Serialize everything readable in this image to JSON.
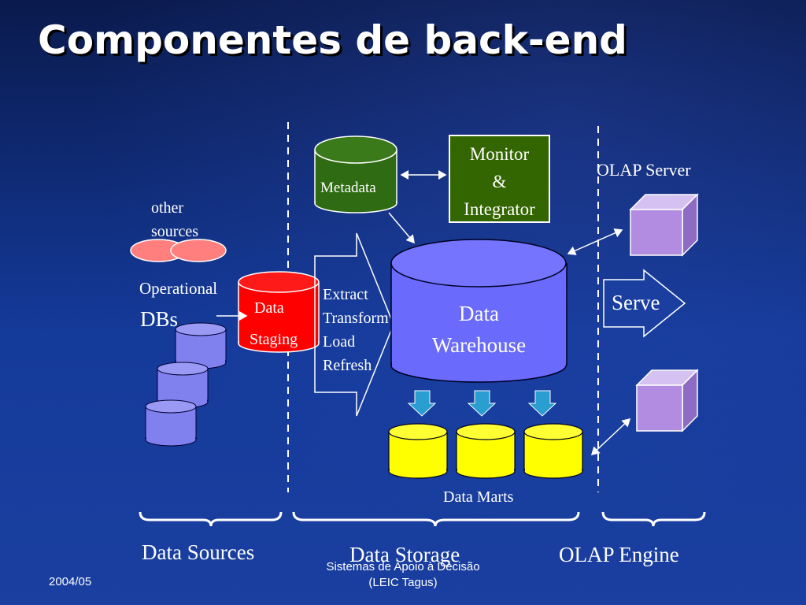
{
  "slide": {
    "title": "Componentes de back-end",
    "footer": {
      "date": "2004/05",
      "course_line1": "Sistemas de Apoio à Decisão",
      "course_line2": "(LEIC Tagus)"
    }
  },
  "diagram": {
    "other_sources": [
      "other",
      "sources"
    ],
    "operational": [
      "Operational",
      "DBs"
    ],
    "staging": [
      "Data",
      "Staging"
    ],
    "etl": [
      "Extract",
      "Transform",
      "Load",
      "Refresh"
    ],
    "metadata": "Metadata",
    "monitor": [
      "Monitor",
      "&",
      "Integrator"
    ],
    "warehouse": [
      "Data",
      "Warehouse"
    ],
    "olap_server": "OLAP Server",
    "serve": "Serve",
    "data_marts": "Data Marts",
    "groups": {
      "sources": "Data Sources",
      "storage": "Data Storage",
      "olap": "OLAP Engine"
    }
  },
  "colors": {
    "background_top": "#0a1a4d",
    "background_bottom": "#1a3fa0",
    "metadata_cyl": "#2f6b12",
    "monitor_box": "#336600",
    "staging_cyl": "#ff0000",
    "warehouse_cyl": "#6a6afc",
    "operational_cyl": "#8080ee",
    "mart_cyl": "#ffff00",
    "olap_cube": "#b28ce0",
    "other_sources_ellipse": "#ff7f7f",
    "down_arrow": "#2a9ed0"
  }
}
